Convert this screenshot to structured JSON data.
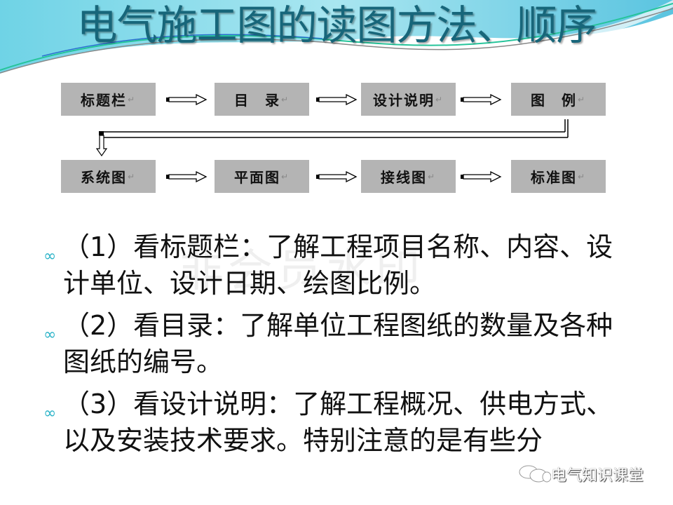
{
  "title": "电气施工图的读图方法、顺序",
  "flow": {
    "row1": [
      "标题栏",
      "目　录",
      "设计说明",
      "图　例"
    ],
    "row2": [
      "系统图",
      "平面图",
      "接线图",
      "标准图"
    ],
    "return_mark": "↵"
  },
  "background_watermark": "非会员水印",
  "points": [
    {
      "bullet": "∞",
      "text": "（1）看标题栏：了解工程项目名称、内容、设计单位、设计日期、绘图比例。"
    },
    {
      "bullet": "∞",
      "text": "（2）看目录：了解单位工程图纸的数量及各种图纸的编号。"
    },
    {
      "bullet": "∞",
      "text": "（3）看设计说明：了解工程概况、供电方式、以及安装技术要求。特别注意的是有些分"
    }
  ],
  "footer_watermark": "电气知识课堂"
}
